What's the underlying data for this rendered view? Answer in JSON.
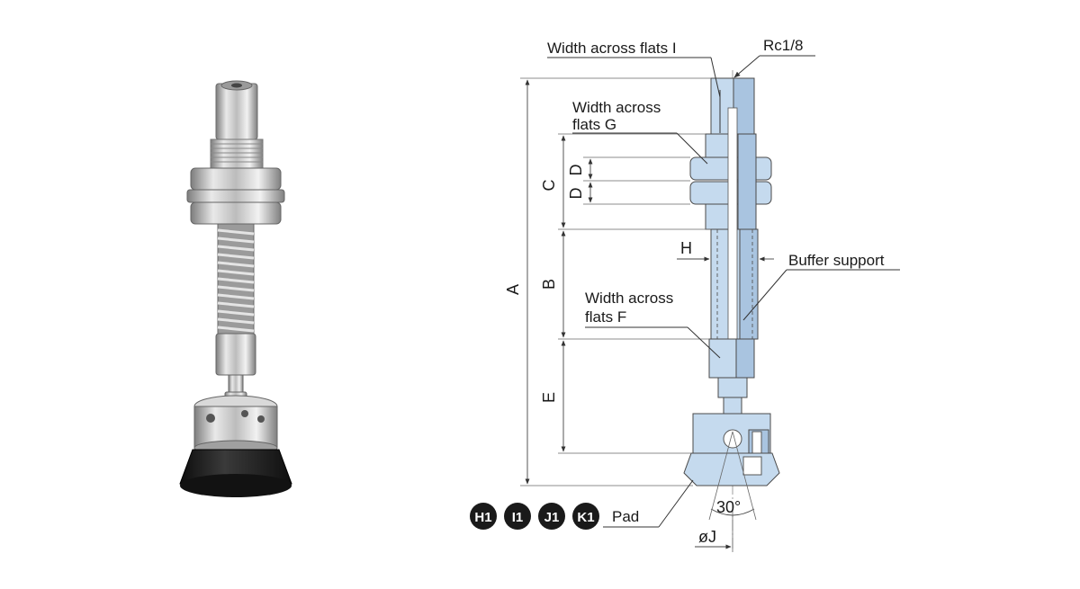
{
  "photo": {
    "subject": "vacuum-pad-with-buffer-photo"
  },
  "labels": {
    "width_across_flats_i": "Width across flats I",
    "rc18": "Rc1/8",
    "width_across_flats_g_line1": "Width across",
    "width_across_flats_g_line2": "flats G",
    "buffer_support": "Buffer support",
    "width_across_flats_f_line1": "Width across",
    "width_across_flats_f_line2": "flats F",
    "pad": "Pad"
  },
  "dimensions": {
    "a": "A",
    "b": "B",
    "c": "C",
    "d1": "D",
    "d2": "D",
    "e": "E",
    "h": "H",
    "angle": "30°",
    "phi_j": "øJ"
  },
  "badges": [
    "H1",
    "I1",
    "J1",
    "K1"
  ],
  "colors": {
    "part_fill": "#c5daee",
    "part_dark": "#a9c4e0",
    "badge_fill": "#1a1a1a",
    "pad_rubber": "#1b1b1b",
    "steel": "#c8c8c8"
  }
}
